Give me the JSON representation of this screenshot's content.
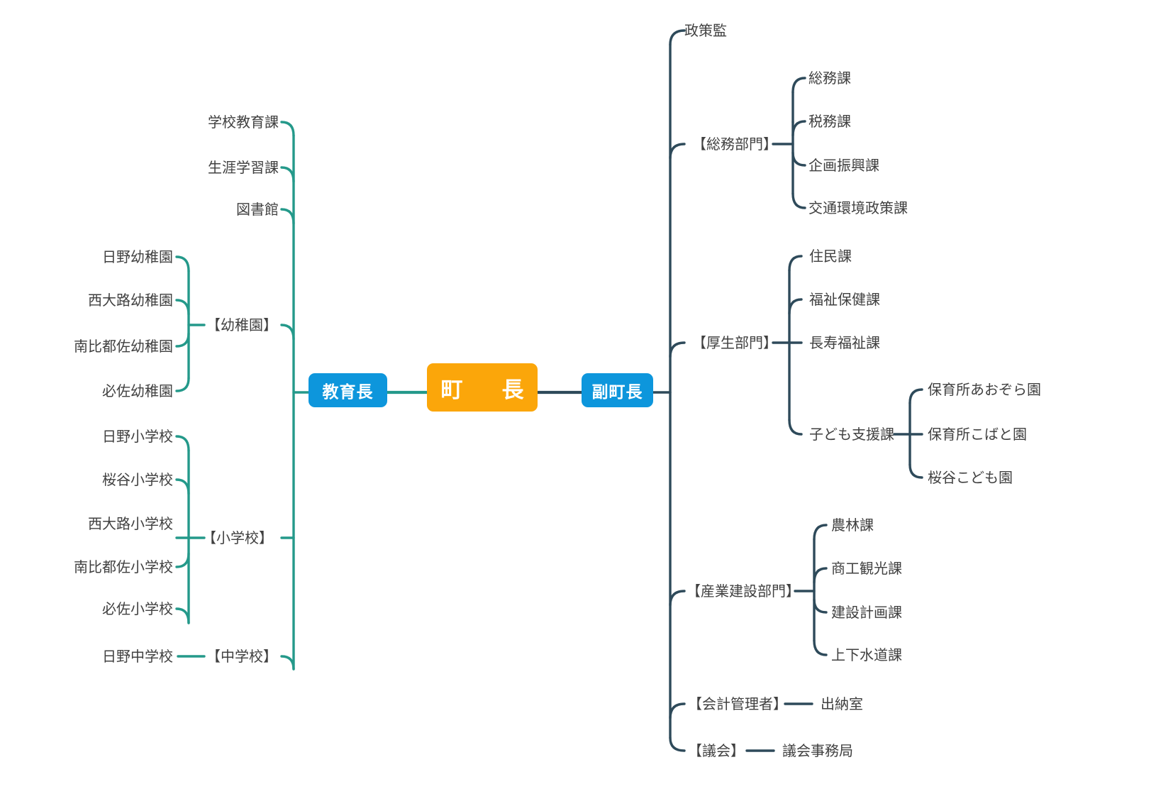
{
  "diagram": {
    "title_root": "町　長",
    "colors": {
      "root_fill": "#FBA60A",
      "exec_fill": "#0D96DC",
      "left_branch_line": "#24998A",
      "right_branch_line": "#2E4A5A",
      "label_text": "#404040",
      "background": "#FFFFFF"
    },
    "root": {
      "label": "町　長"
    },
    "left_executive": {
      "label": "教育長"
    },
    "right_executive": {
      "label": "副町長"
    },
    "left_branches": [
      {
        "label": "学校教育課",
        "children": []
      },
      {
        "label": "生涯学習課",
        "children": []
      },
      {
        "label": "図書館",
        "children": []
      },
      {
        "label": "【幼稚園】",
        "children": [
          {
            "label": "日野幼稚園"
          },
          {
            "label": "西大路幼稚園"
          },
          {
            "label": "南比都佐幼稚園"
          },
          {
            "label": "必佐幼稚園"
          }
        ]
      },
      {
        "label": "【小学校】",
        "children": [
          {
            "label": "日野小学校"
          },
          {
            "label": "桜谷小学校"
          },
          {
            "label": "西大路小学校"
          },
          {
            "label": "南比都佐小学校"
          },
          {
            "label": "必佐小学校"
          }
        ]
      },
      {
        "label": "【中学校】",
        "children": [
          {
            "label": "日野中学校"
          }
        ]
      }
    ],
    "right_branches": [
      {
        "label": "政策監",
        "children": []
      },
      {
        "label": "【総務部門】",
        "children": [
          {
            "label": "総務課"
          },
          {
            "label": "税務課"
          },
          {
            "label": "企画振興課"
          },
          {
            "label": "交通環境政策課"
          }
        ]
      },
      {
        "label": "【厚生部門】",
        "children": [
          {
            "label": "住民課"
          },
          {
            "label": "福祉保健課"
          },
          {
            "label": "長寿福祉課"
          },
          {
            "label": "子ども支援課",
            "children": [
              {
                "label": "保育所あおぞら園"
              },
              {
                "label": "保育所こばと園"
              },
              {
                "label": "桜谷こども園"
              }
            ]
          }
        ]
      },
      {
        "label": "【産業建設部門】",
        "children": [
          {
            "label": "農林課"
          },
          {
            "label": "商工観光課"
          },
          {
            "label": "建設計画課"
          },
          {
            "label": "上下水道課"
          }
        ]
      },
      {
        "label": "【会計管理者】",
        "children": [
          {
            "label": "出納室"
          }
        ]
      },
      {
        "label": "【議会】",
        "children": [
          {
            "label": "議会事務局"
          }
        ]
      }
    ]
  }
}
